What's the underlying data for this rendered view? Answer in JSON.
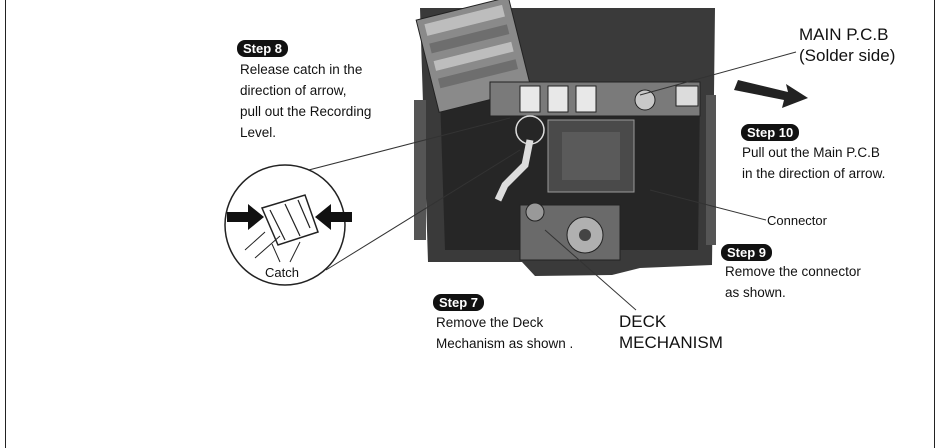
{
  "step8": {
    "badge": "Step 8",
    "lines": [
      "Release catch in the",
      "direction of arrow,",
      "pull out the Recording",
      "Level."
    ]
  },
  "step10": {
    "badge": "Step 10",
    "lines": [
      "Pull out the Main P.C.B",
      "in the direction of arrow."
    ]
  },
  "step9": {
    "badge": "Step 9",
    "lines": [
      "Remove the connector",
      "as shown."
    ]
  },
  "step7": {
    "badge": "Step 7",
    "lines": [
      "Remove the Deck",
      "Mechanism as shown ."
    ]
  },
  "labels": {
    "main_pcb_line1": "MAIN P.C.B",
    "main_pcb_line2": "(Solder side)",
    "connector": "Connector",
    "catch": "Catch",
    "deck_line1": "DECK",
    "deck_line2": "MECHANISM"
  }
}
